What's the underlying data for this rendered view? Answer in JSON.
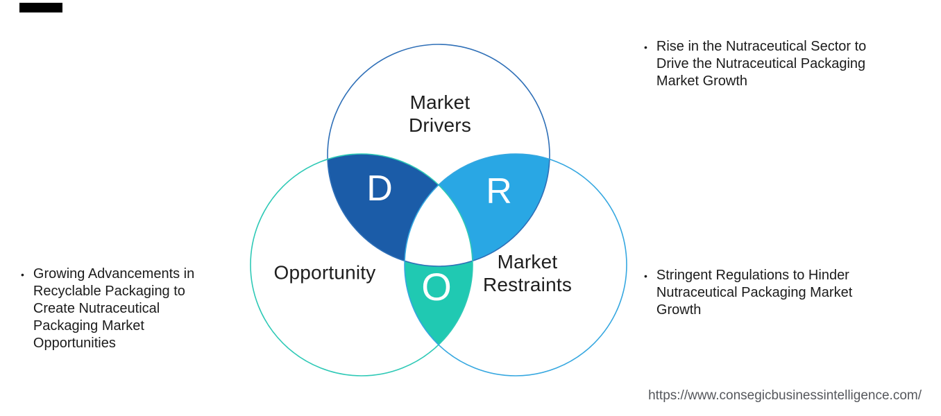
{
  "page": {
    "background": "#ffffff",
    "bullet_char": "•"
  },
  "corner_mark": {
    "color": "#000000"
  },
  "venn": {
    "circles": [
      {
        "id": "market-drivers",
        "label_lines": "Market\nDrivers",
        "label_text": "Market Drivers",
        "stroke": "#2E6FB7"
      },
      {
        "id": "opportunity",
        "label_lines": "Opportunity",
        "label_text": "Opportunity",
        "stroke": "#2EC9B6"
      },
      {
        "id": "market-restraints",
        "label_lines": "Market\nRestraints",
        "label_text": "Market Restraints",
        "stroke": "#35A7E0"
      }
    ],
    "intersections": [
      {
        "letter": "D",
        "meaning": "Drivers",
        "fill": "#1B5CA8"
      },
      {
        "letter": "R",
        "meaning": "Restraints",
        "fill": "#29A7E4"
      },
      {
        "letter": "O",
        "meaning": "Opportunity",
        "fill": "#20C9B2"
      }
    ],
    "center_fill": "#ffffff"
  },
  "bullets": [
    {
      "id": "drivers-note",
      "lines": "Rise in the Nutraceutical Sector to\nDrive the Nutraceutical Packaging\nMarket Growth",
      "text": "Rise in the Nutraceutical Sector to Drive the Nutraceutical Packaging Market Growth"
    },
    {
      "id": "opportunity-note",
      "lines": "Growing Advancements in\nRecyclable Packaging to\nCreate Nutraceutical\nPackaging Market\nOpportunities",
      "text": "Growing Advancements in Recyclable Packaging to Create Nutraceutical Packaging Market Opportunities"
    },
    {
      "id": "restraints-note",
      "lines": "Stringent Regulations to Hinder\nNutraceutical Packaging Market\nGrowth",
      "text": "Stringent Regulations to Hinder Nutraceutical Packaging Market Growth"
    }
  ],
  "footer": {
    "url": "https://www.consegicbusinessintelligence.com/"
  }
}
